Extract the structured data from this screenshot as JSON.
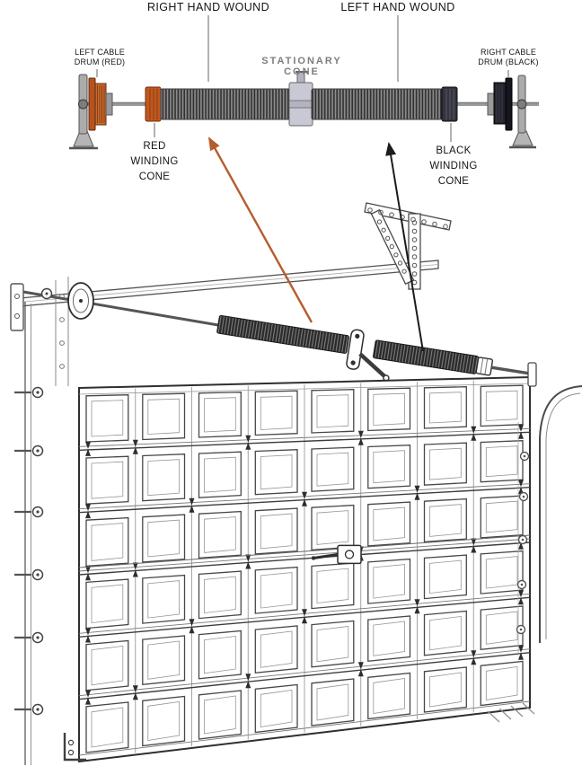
{
  "labels": {
    "right_hand_wound": "RIGHT HAND WOUND",
    "left_hand_wound": "LEFT HAND WOUND",
    "left_cable_drum": "LEFT CABLE\nDRUM (RED)",
    "stationary_cone": "STATIONARY\nCONE",
    "right_cable_drum": "RIGHT CABLE\nDRUM (BLACK)",
    "red_winding_cone": "RED\nWINDING\nCONE",
    "black_winding_cone": "BLACK\nWINDING\nCONE"
  },
  "colors": {
    "red_drum": "#b5531e",
    "red_cone": "#c2581f",
    "black_drum": "#23232e",
    "black_cone": "#34343e",
    "stationary_cone": "#c9c9d6",
    "spring_gray": "#707070",
    "arrow_red": "#b65c2c",
    "arrow_black": "#1c1c1c",
    "label_gray": "#7d7d7d"
  }
}
